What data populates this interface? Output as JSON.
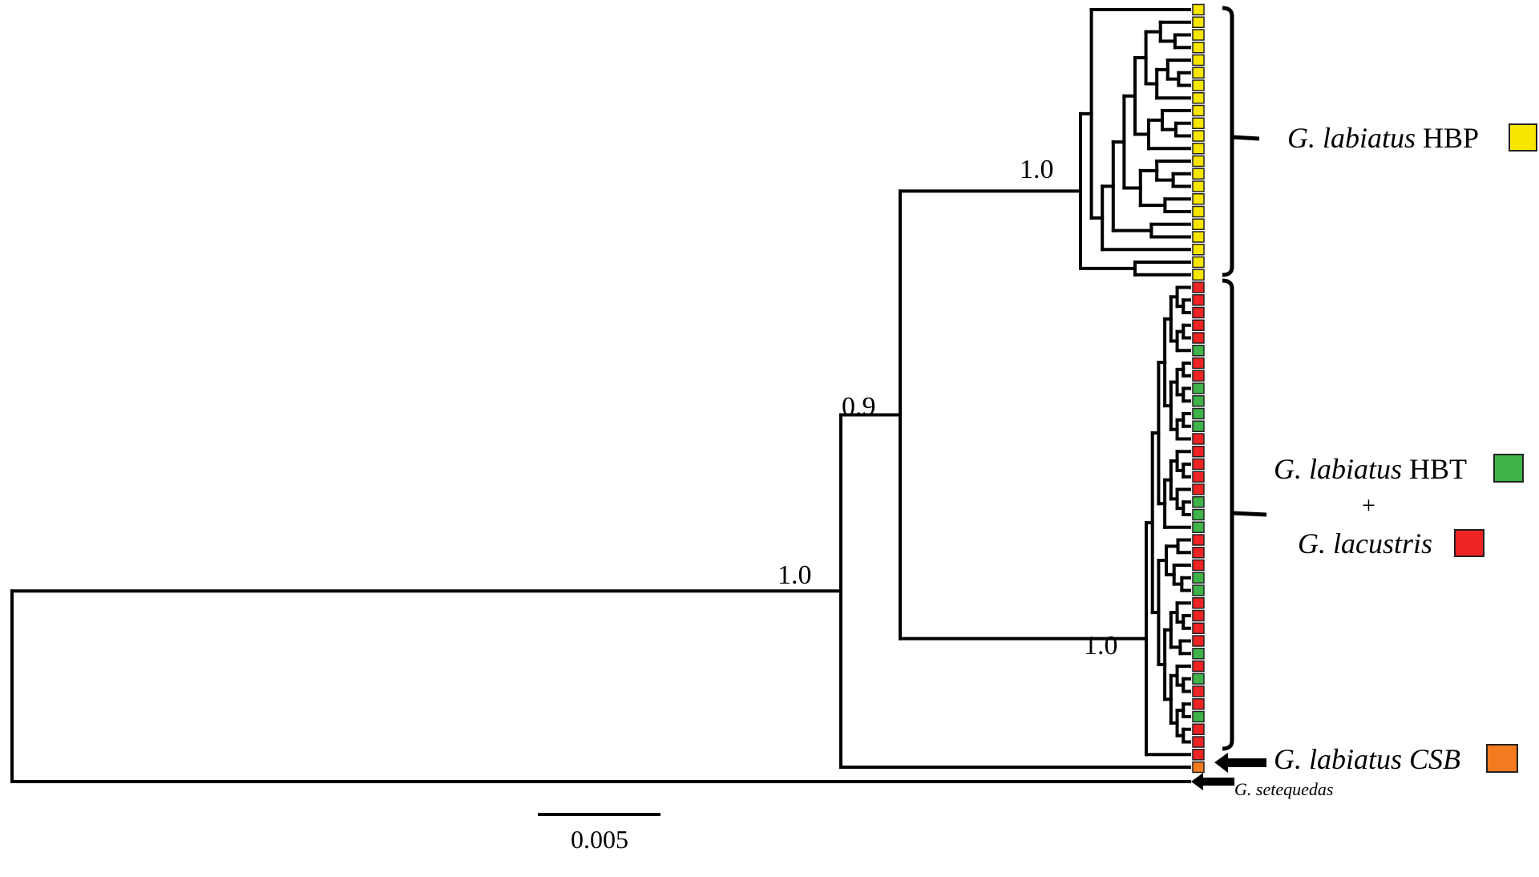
{
  "colors": {
    "HBP": "#f7e600",
    "HBT": "#3fb24a",
    "LAC": "#ee2324",
    "CSB": "#f47b20",
    "line": "#000000"
  },
  "tips": [
    "HBP",
    "HBP",
    "HBP",
    "HBP",
    "HBP",
    "HBP",
    "HBP",
    "HBP",
    "HBP",
    "HBP",
    "HBP",
    "HBP",
    "HBP",
    "HBP",
    "HBP",
    "HBP",
    "HBP",
    "HBP",
    "HBP",
    "HBP",
    "HBP",
    "HBP",
    "LAC",
    "LAC",
    "LAC",
    "LAC",
    "LAC",
    "HBT",
    "LAC",
    "LAC",
    "HBT",
    "HBT",
    "HBT",
    "HBT",
    "LAC",
    "LAC",
    "LAC",
    "LAC",
    "LAC",
    "HBT",
    "HBT",
    "HBT",
    "LAC",
    "LAC",
    "LAC",
    "HBT",
    "HBT",
    "LAC",
    "LAC",
    "LAC",
    "LAC",
    "HBT",
    "LAC",
    "HBT",
    "LAC",
    "LAC",
    "HBT",
    "LAC",
    "LAC",
    "LAC",
    "CSB",
    "SET"
  ],
  "tree": {
    "hbp": [
      [
        0,
        [
          [
            [
              [
                [
                  [
                    1,
                    [
                      2,
                      3
                    ]
                  ],
                  [
                    [
                      4,
                      [
                        5,
                        6
                      ]
                    ],
                    7
                  ]
                ],
                [
                  [
                    8,
                    [
                      9,
                      10
                    ]
                  ],
                  11
                ]
              ],
              [
                [
                  12,
                  [
                    13,
                    14
                  ]
                ],
                [
                  15,
                  16
                ]
              ]
            ],
            [
              17,
              18
            ]
          ],
          19
        ]
      ],
      [
        20,
        21
      ]
    ],
    "hbt": [
      [
        [
          [
            [
              [
                22,
                [
                  23,
                  24
                ]
              ],
              [
                [
                  25,
                  26
                ],
                27
              ]
            ],
            [
              [
                [
                  28,
                  29
                ],
                [
                  30,
                  31
                ]
              ],
              [
                [
                  32,
                  33
                ],
                34
              ]
            ]
          ],
          [
            [
              [
                35,
                [
                  36,
                  37
                ]
              ],
              [
                38,
                [
                  39,
                  40
                ]
              ]
            ],
            41
          ]
        ],
        [
          [
            [
              42,
              43
            ],
            [
              44,
              [
                45,
                46
              ]
            ]
          ],
          [
            [
              [
                47,
                [
                  48,
                  49
                ]
              ],
              [
                50,
                51
              ]
            ],
            [
              [
                52,
                [
                  53,
                  54
                ]
              ],
              [
                [
                  55,
                  56
                ],
                [
                  57,
                  58
                ]
              ]
            ]
          ]
        ]
      ],
      59
    ]
  },
  "supports": {
    "hbp": "1.0",
    "hbt": "1.0",
    "ingroup": "0.9",
    "labiatus_lacustris": "1.0"
  },
  "labels": {
    "hbp": {
      "italic": "G. labiatus",
      "normal": " HBP"
    },
    "hbt": {
      "italic": "G. labiatus",
      "normal": " HBT"
    },
    "plus": "+",
    "lacustris": {
      "italic": "G. lacustris"
    },
    "csb": {
      "italic": "G. labiatus CSB"
    },
    "setequedas": {
      "italic": "G. setequedas"
    }
  },
  "scale_bar": {
    "value": 0.005,
    "label": "0.005"
  }
}
